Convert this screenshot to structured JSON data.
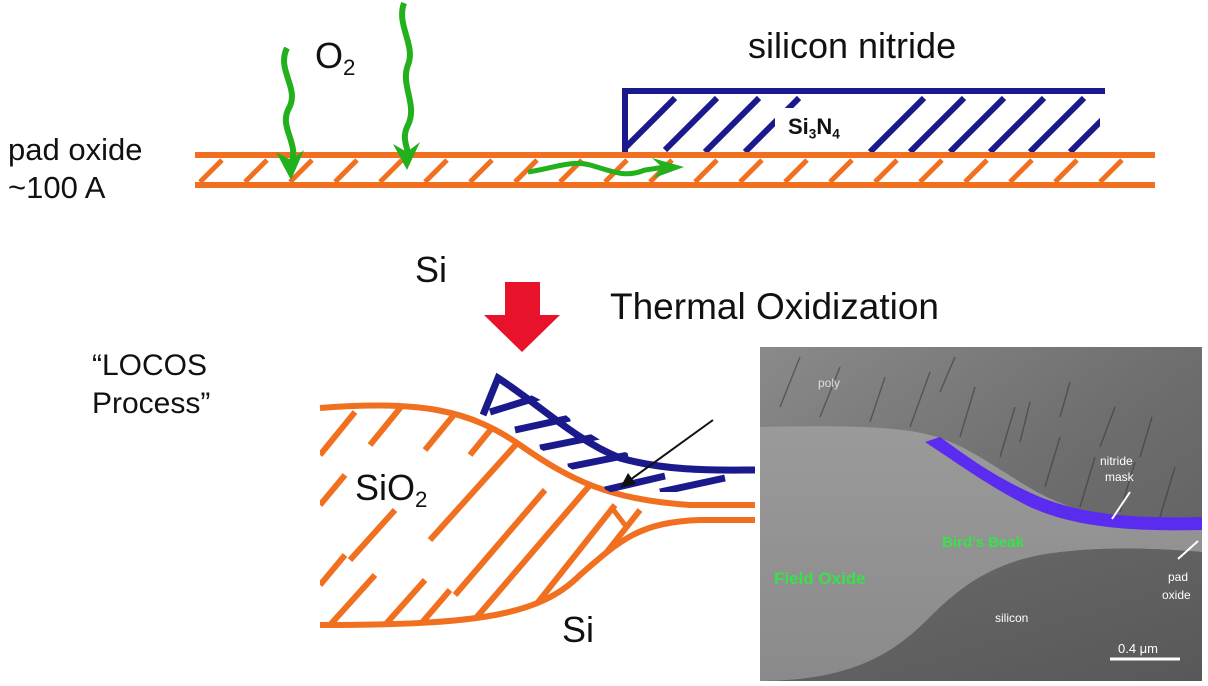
{
  "labels": {
    "oxygen_main": "O",
    "oxygen_sub": "2",
    "silicon_nitride": "silicon nitride",
    "si3n4_a": "Si",
    "si3n4_b": "3",
    "si3n4_c": "N",
    "si3n4_d": "4",
    "pad_oxide_line1": "pad oxide",
    "pad_oxide_line2": "~100 A",
    "si_top": "Si",
    "thermal_oxidization": "Thermal Oxidization",
    "locos_line1": "“LOCOS",
    "locos_line2": "Process”",
    "sio2_main": "SiO",
    "sio2_sub": "2",
    "si_bottom": "Si"
  },
  "micrograph": {
    "poly": "poly",
    "nitride_mask_1": "nitride",
    "nitride_mask_2": "mask",
    "birds_beak": "Bird's Beak",
    "field_oxide": "Field Oxide",
    "pad_oxide_1": "pad",
    "pad_oxide_2": "oxide",
    "silicon": "silicon",
    "scale": "0.4 μm"
  },
  "colors": {
    "oxide": "#f07020",
    "nitride": "#1a1a8c",
    "oxygen_arrow": "#22b01c",
    "process_arrow": "#e8122a",
    "micro_nitride": "#5a2cf0",
    "micro_label": "#37e24a"
  }
}
